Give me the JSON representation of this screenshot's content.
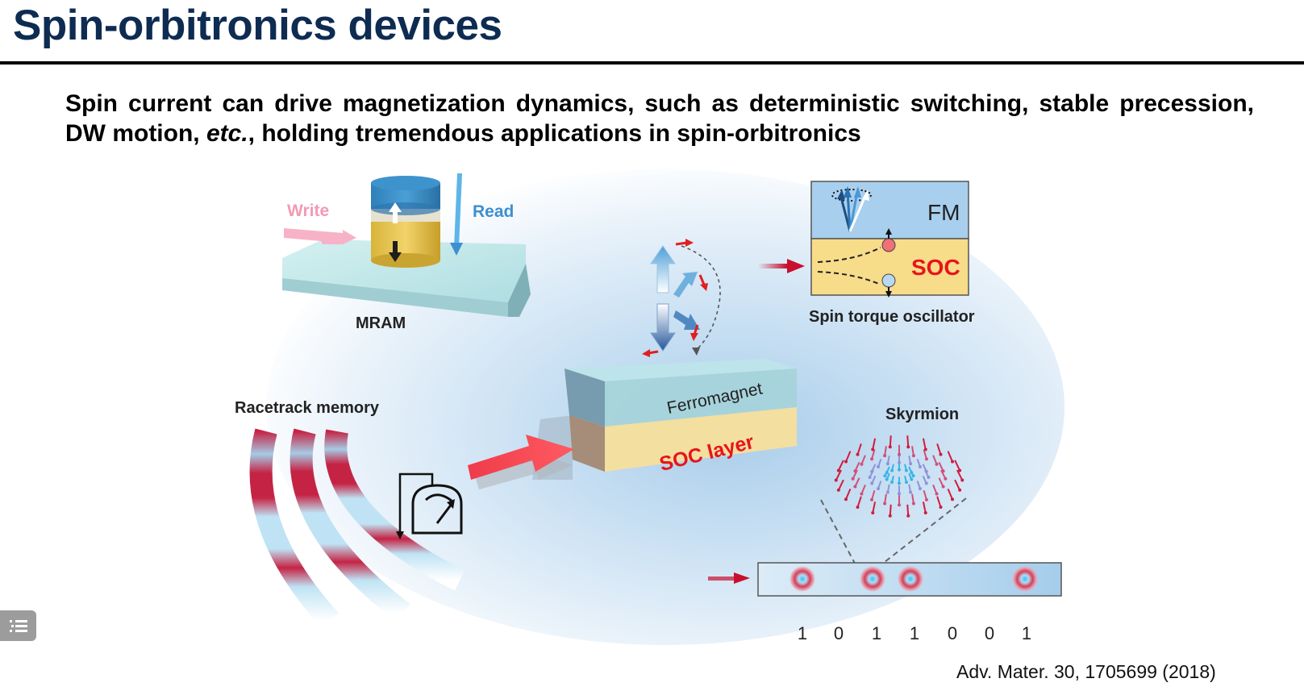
{
  "slide": {
    "title": "Spin-orbitronics devices",
    "subtitle_part1": "Spin current can drive magnetization dynamics, such as deterministic switching, stable precession, DW motion, ",
    "subtitle_italic": "etc.",
    "subtitle_part2": ", holding tremendous applications in spin-orbitronics",
    "citation": "Adv. Mater. 30, 1705699 (2018)"
  },
  "figure": {
    "mram": {
      "label": "MRAM",
      "write_label": "Write",
      "read_label": "Read"
    },
    "sto": {
      "label": "Spin torque oscillator",
      "fm_label": "FM",
      "soc_label": "SOC"
    },
    "center": {
      "ferromagnet_label": "Ferromagnet",
      "soc_layer_label": "SOC layer"
    },
    "racetrack": {
      "label": "Racetrack memory"
    },
    "skyrmion": {
      "label": "Skyrmion",
      "bits": [
        "1",
        "0",
        "1",
        "1",
        "0",
        "0",
        "1"
      ]
    }
  },
  "colors": {
    "title": "#0e2c52",
    "soc_red": "#e8141b",
    "write_pink": "#f29ab4",
    "read_blue": "#3d8fcf",
    "fm_blue": "#a8cfee",
    "soc_yellow": "#f7dc8a"
  },
  "controls": {
    "menu_icon": "list-icon"
  }
}
